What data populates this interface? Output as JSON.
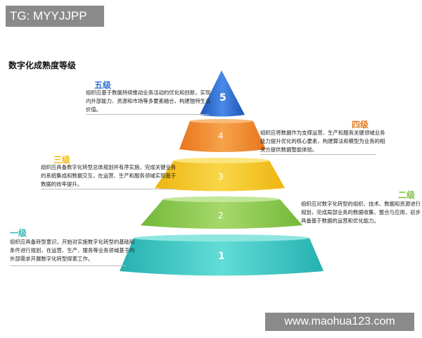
{
  "watermark_top": "TG: MYYJJPP",
  "watermark_bottom": "www.maohua123.com",
  "title": "数字化成熟度等级",
  "levels": [
    {
      "num": "1",
      "name": "一级",
      "color": "#3cc4c0",
      "desc": "组织应具备转型意识，开始对实施数字化转型的基础和条件进行规划，在运营、生产、服务等业务领域基于内外部需求开展数字化转型探索工作。"
    },
    {
      "num": "2",
      "name": "二级",
      "color": "#8cc94a",
      "desc": "组织应对数字化转型的组织、技术、数据和资源进行规划，完成局部业务的数据收集、整合与应用，初步具备基于数据的运营和优化能力。"
    },
    {
      "num": "3",
      "name": "三级",
      "color": "#f2c21b",
      "desc": "组织应具备数字化转型总体规划并有序实施，完成关键业务的系统集成和数据交互，在运营、生产和服务领域实现基于数据的效率提升。"
    },
    {
      "num": "4",
      "name": "四级",
      "color": "#f08a2c",
      "desc": "组织应将数据作为支撑运营、生产和服务关键领域业务能力提升优化的核心要素，构建算法和模型为业务的相关方提供数据智能体验。"
    },
    {
      "num": "5",
      "name": "五级",
      "color": "#2f6fd0",
      "desc": "组织应基于数据持续推动业务活动的优化和创新，实现内外部能力、资源和市场等多要素融合，构建独特生态价值。"
    }
  ]
}
